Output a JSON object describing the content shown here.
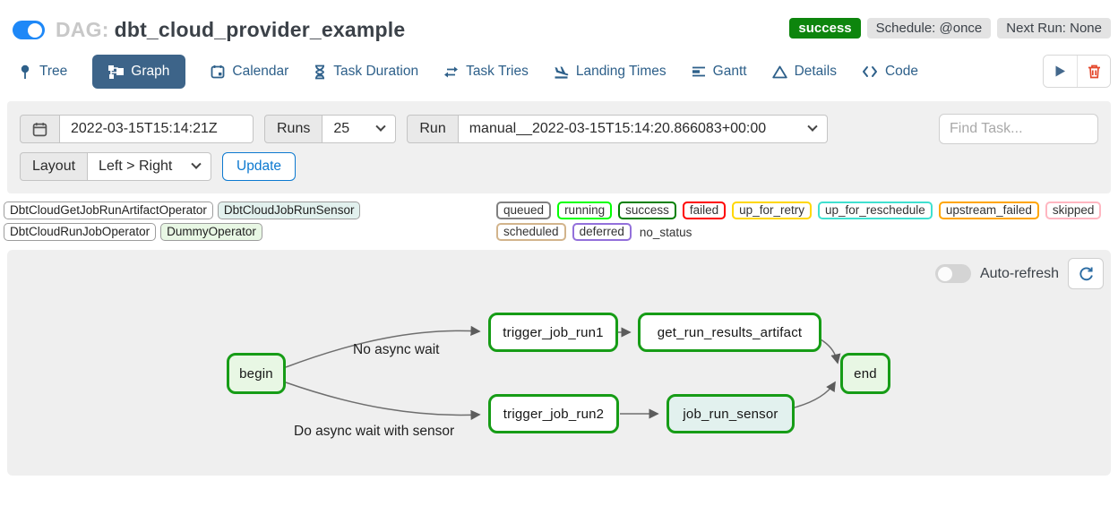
{
  "header": {
    "dag_prefix": "DAG:",
    "dag_title": "dbt_cloud_provider_example",
    "status_badge": "success",
    "schedule_badge": "Schedule: @once",
    "next_run_badge": "Next Run: None"
  },
  "tabs": [
    {
      "label": "Tree"
    },
    {
      "label": "Graph",
      "active": true
    },
    {
      "label": "Calendar"
    },
    {
      "label": "Task Duration"
    },
    {
      "label": "Task Tries"
    },
    {
      "label": "Landing Times"
    },
    {
      "label": "Gantt"
    },
    {
      "label": "Details"
    },
    {
      "label": "Code"
    }
  ],
  "icons": [
    "tree-icon",
    "graph-icon",
    "calendar-icon",
    "hourglass-icon",
    "repeat-icon",
    "plane-landing-icon",
    "gantt-bars-icon",
    "triangle-icon",
    "code-icon",
    "play-icon",
    "trash-icon",
    "refresh-icon"
  ],
  "filters": {
    "date_value": "2022-03-15T15:14:21Z",
    "runs_label": "Runs",
    "runs_value": "25",
    "run_label": "Run",
    "run_value": "manual__2022-03-15T15:14:20.866083+00:00",
    "find_task_placeholder": "Find Task...",
    "layout_label": "Layout",
    "layout_value": "Left > Right",
    "update_button": "Update"
  },
  "legend": {
    "operators": [
      {
        "label": "DbtCloudGetJobRunArtifactOperator",
        "color": "#ffffff"
      },
      {
        "label": "DbtCloudJobRunSensor",
        "color": "#e2f1ee"
      },
      {
        "label": "DbtCloudRunJobOperator",
        "color": "#ffffff"
      },
      {
        "label": "DummyOperator",
        "color": "#e8f7e4"
      }
    ],
    "statuses": [
      {
        "label": "queued",
        "border": "#808080"
      },
      {
        "label": "running",
        "border": "#00ff00"
      },
      {
        "label": "success",
        "border": "#008000"
      },
      {
        "label": "failed",
        "border": "#ff0000"
      },
      {
        "label": "up_for_retry",
        "border": "#ffd700"
      },
      {
        "label": "up_for_reschedule",
        "border": "#40e0d0"
      },
      {
        "label": "upstream_failed",
        "border": "#ffa500"
      },
      {
        "label": "skipped",
        "border": "#ffb6c1"
      },
      {
        "label": "scheduled",
        "border": "#d2b48c"
      },
      {
        "label": "deferred",
        "border": "#9370db"
      },
      {
        "label": "no_status",
        "border": null
      }
    ]
  },
  "graph": {
    "auto_refresh_label": "Auto-refresh",
    "node_border_color": "#169c16",
    "nodes": [
      {
        "label": "begin",
        "fill": "#e8f7e4"
      },
      {
        "label": "trigger_job_run1",
        "fill": "#ffffff"
      },
      {
        "label": "get_run_results_artifact",
        "fill": "#ffffff"
      },
      {
        "label": "trigger_job_run2",
        "fill": "#ffffff"
      },
      {
        "label": "job_run_sensor",
        "fill": "#e2f1ee"
      },
      {
        "label": "end",
        "fill": "#e8f7e4"
      }
    ],
    "edge_labels": [
      "No async wait",
      "Do async wait with sensor"
    ]
  }
}
